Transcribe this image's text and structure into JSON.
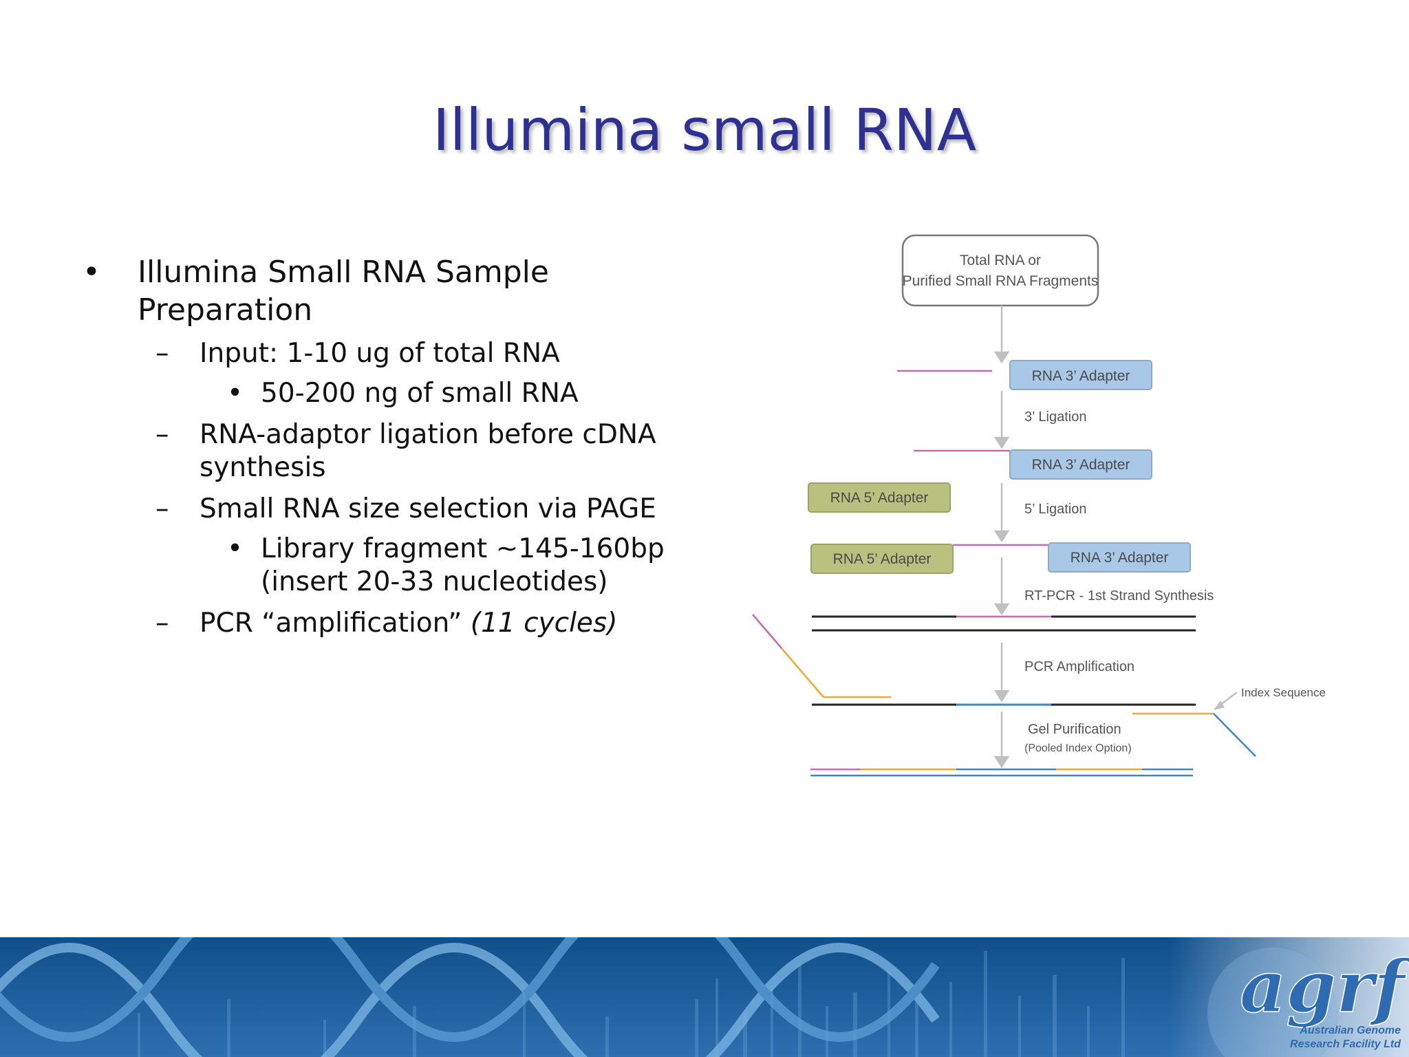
{
  "slide": {
    "title": "Illumina small RNA",
    "bullets": [
      {
        "marker": "•",
        "text": "Illumina Small RNA Sample Preparation"
      },
      {
        "marker": "–",
        "text": "Input: 1-10 ug of total RNA"
      },
      {
        "marker": "•",
        "text": "50-200 ng of small RNA"
      },
      {
        "marker": "–",
        "text": "RNA-adaptor ligation before cDNA synthesis"
      },
      {
        "marker": "–",
        "text": "Small RNA size selection via PAGE"
      },
      {
        "marker": "•",
        "text": "Library fragment ~145-160bp (insert 20-33 nucleotides)"
      },
      {
        "marker": "–",
        "text": "PCR “amplification”",
        "italic": "(11 cycles)"
      }
    ]
  },
  "diagram": {
    "start_box": {
      "line1": "Total RNA or",
      "line2": "Purified Small RNA Fragments"
    },
    "adapter_3": "RNA 3’ Adapter",
    "adapter_5": "RNA 5’ Adapter",
    "steps": {
      "ligation_3": "3’ Ligation",
      "ligation_5": "5’ Ligation",
      "rt_pcr": "RT-PCR - 1st Strand Synthesis",
      "pcr": "PCR Amplification",
      "gel": "Gel Purification",
      "gel_note": "(Pooled Index Option)"
    },
    "index_label": "Index Sequence",
    "colors": {
      "adapter3": "#a9c8e8",
      "adapter5": "#b8c27e",
      "rna": "#c869b6",
      "index": "#f0a830",
      "blue": "#3a86c8",
      "strand": "#222222",
      "arrow": "#c0c0c0"
    }
  },
  "banner": {
    "logo_text": "agrf",
    "org_line1": "Australian Genome",
    "org_line2": "Research Facility Ltd",
    "colors": {
      "dark": "#0f4f8a",
      "light": "#4b94cf"
    }
  }
}
